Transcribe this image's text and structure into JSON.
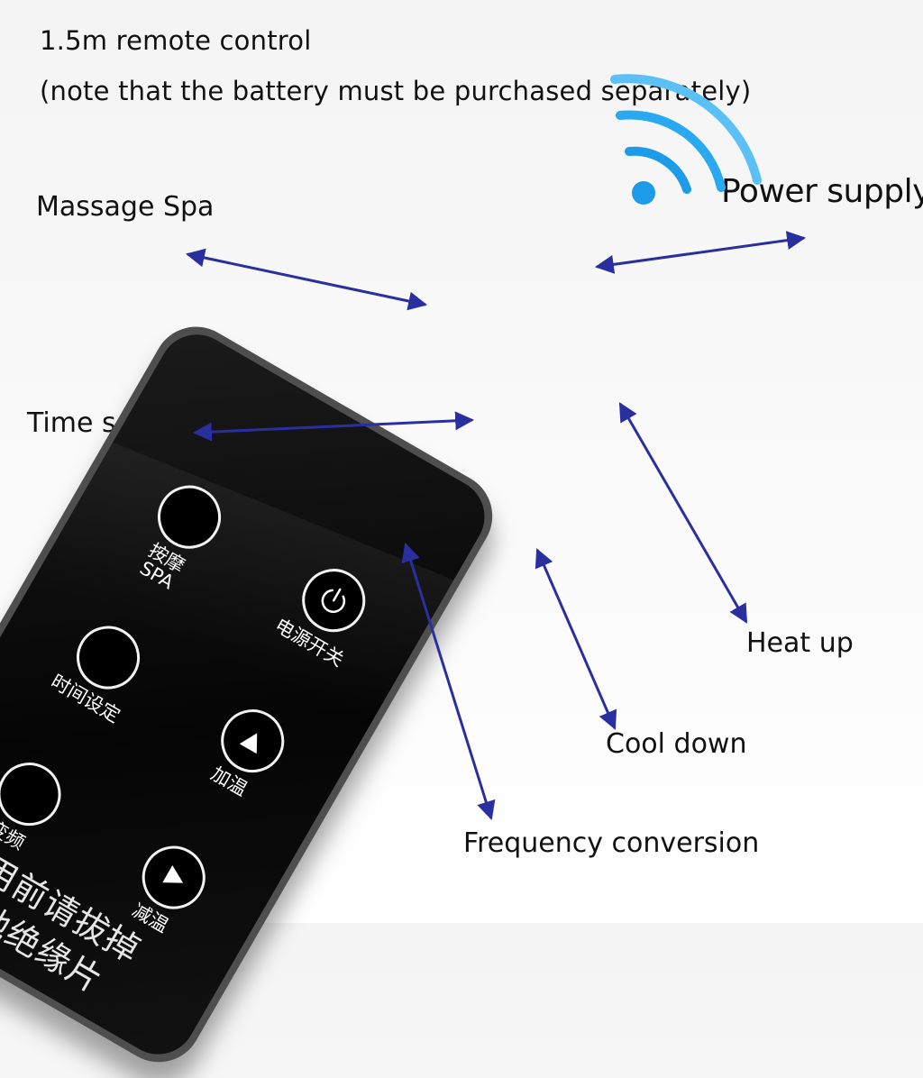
{
  "header": {
    "line1": "1.5m remote control",
    "line2": "(note that the battery must be purchased separately)"
  },
  "callouts": {
    "massage": "Massage Spa",
    "time": "Time setting",
    "power": "Power supply",
    "heat": "Heat up",
    "cool": "Cool down",
    "frequency": "Frequency conversion"
  },
  "remote": {
    "btn_massage_label_1": "按摩",
    "btn_massage_label_2": "SPA",
    "btn_power_label": "电源开关",
    "btn_time_label": "时间设定",
    "btn_heat_label": "加温",
    "btn_freq_label": "变频",
    "btn_cool_label": "减温",
    "notice_line1": "使用前请拔掉",
    "notice_line2": "电池绝缘片"
  },
  "icons": {
    "wireless": "wireless-signal-icon",
    "power": "power-icon",
    "play": "triangle-icon"
  },
  "colors": {
    "arrow": "#2a2fa0",
    "signal": "#1e9be8",
    "remote_body": "#0a0a0a"
  }
}
